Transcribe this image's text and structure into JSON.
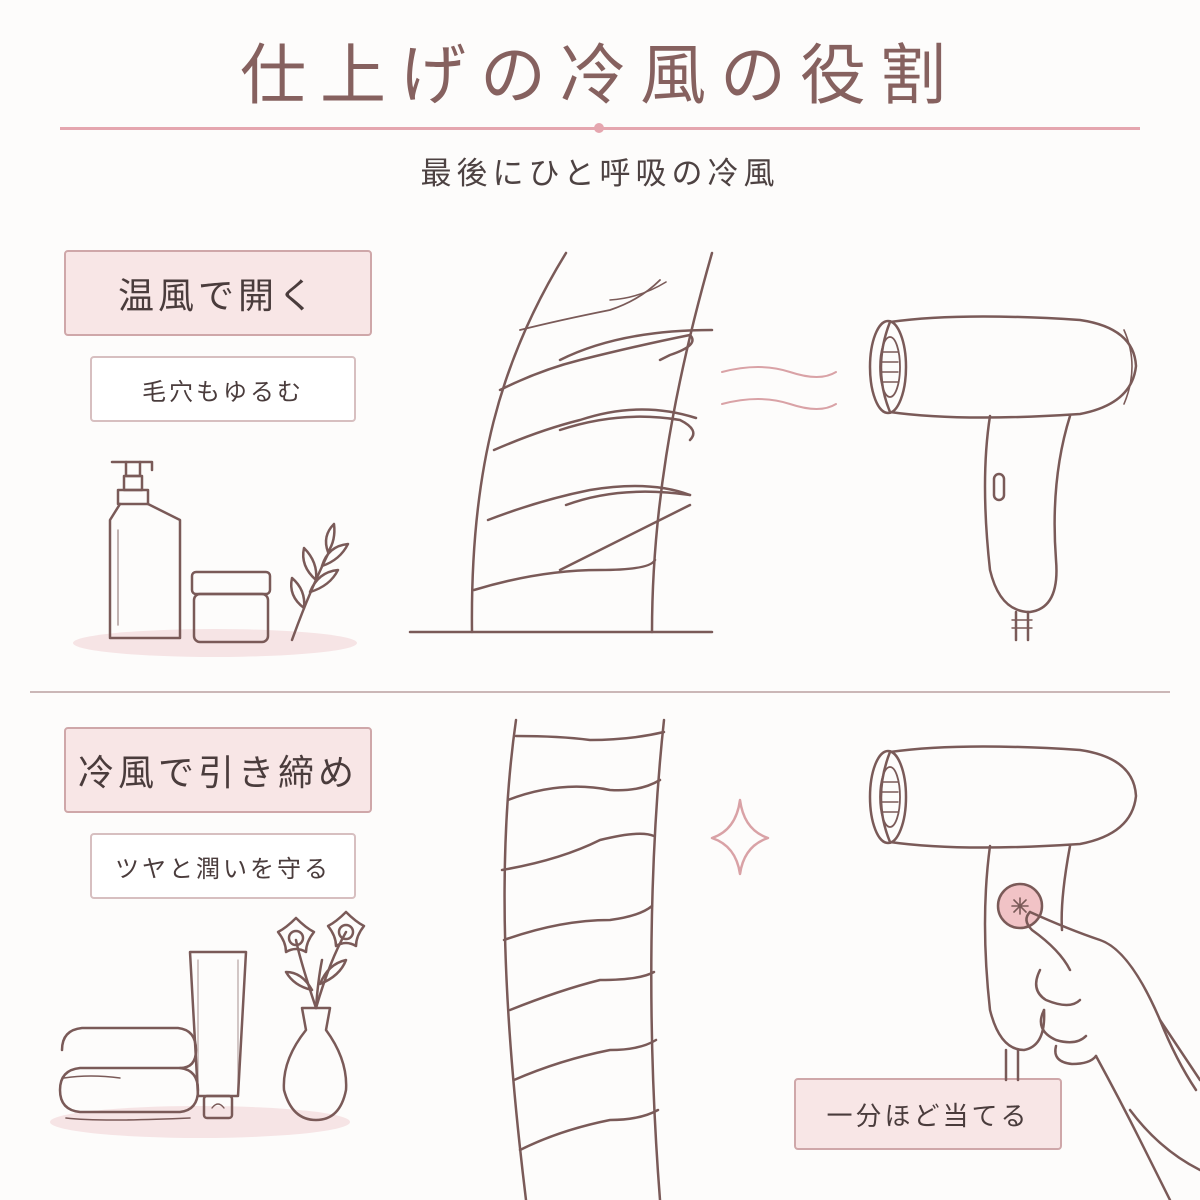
{
  "title": "仕上げの冷風の役割",
  "subtitle": "最後にひと呼吸の冷風",
  "top": {
    "label": "温風で開く",
    "note": "毛穴もゆるむ"
  },
  "bottom": {
    "label": "冷風で引き締め",
    "note": "ツヤと潤いを守る",
    "tip": "一分ほど当てる"
  },
  "colors": {
    "accent": "#e5a6af",
    "line": "#7a5a58",
    "title": "#86615f",
    "box": "#f8e6e6"
  },
  "icons": [
    "pump-bottle-icon",
    "cream-jar-icon",
    "leaf-sprig-icon",
    "hair-strand-icon",
    "hair-dryer-icon",
    "airflow-icon",
    "towel-icon",
    "tube-icon",
    "flower-vase-icon",
    "sparkle-icon",
    "cool-button-icon",
    "hand-icon"
  ]
}
